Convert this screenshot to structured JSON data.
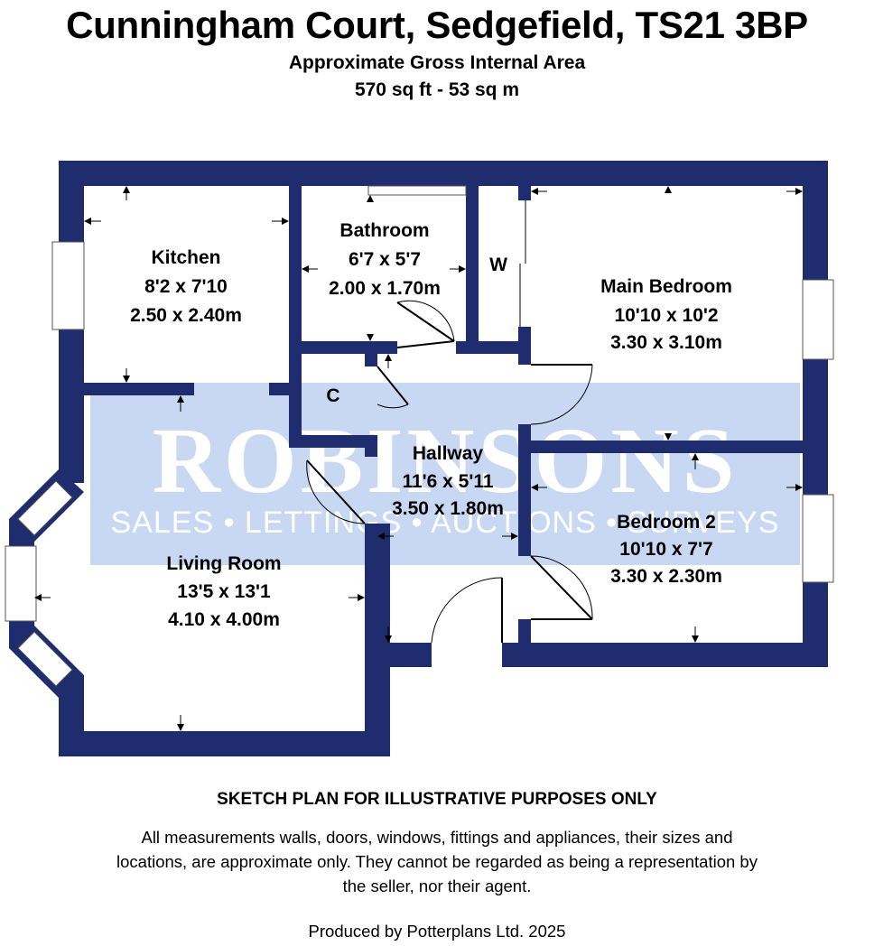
{
  "header": {
    "title": "Cunningham Court, Sedgefield, TS21 3BP",
    "subtitle": "Approximate Gross Internal Area",
    "area": "570 sq ft - 53 sq m"
  },
  "colors": {
    "wall": "#1f2d6e",
    "watermark_band": "#c9d8f2",
    "watermark_text": "#ffffff"
  },
  "watermark": {
    "brand": "ROBINSONS",
    "tagline": "SALES • LETTINGS • AUCTIONS • SURVEYS"
  },
  "rooms": [
    {
      "id": "kitchen",
      "name": "Kitchen",
      "imperial": "8'2 x 7'10",
      "metric": "2.50 x 2.40m"
    },
    {
      "id": "bathroom",
      "name": "Bathroom",
      "imperial": "6'7 x 5'7",
      "metric": "2.00 x 1.70m"
    },
    {
      "id": "wardrobe",
      "name": "W"
    },
    {
      "id": "cupboard",
      "name": "C"
    },
    {
      "id": "main-bedroom",
      "name": "Main Bedroom",
      "imperial": "10'10 x 10'2",
      "metric": "3.30 x 3.10m"
    },
    {
      "id": "hallway",
      "name": "Hallway",
      "imperial": "11'6 x 5'11",
      "metric": "3.50 x 1.80m"
    },
    {
      "id": "bedroom-2",
      "name": "Bedroom 2",
      "imperial": "10'10 x 7'7",
      "metric": "3.30 x 2.30m"
    },
    {
      "id": "living-room",
      "name": "Living Room",
      "imperial": "13'5 x 13'1",
      "metric": "4.10 x 4.00m"
    }
  ],
  "footer": {
    "disclaimer_heading": "SKETCH PLAN FOR ILLUSTRATIVE PURPOSES ONLY",
    "disclaimer": "All measurements walls, doors, windows, fittings and appliances, their sizes and locations, are approximate only. They cannot be regarded as being a representation by the seller, nor their agent.",
    "credit": "Produced by Potterplans Ltd. 2025"
  }
}
